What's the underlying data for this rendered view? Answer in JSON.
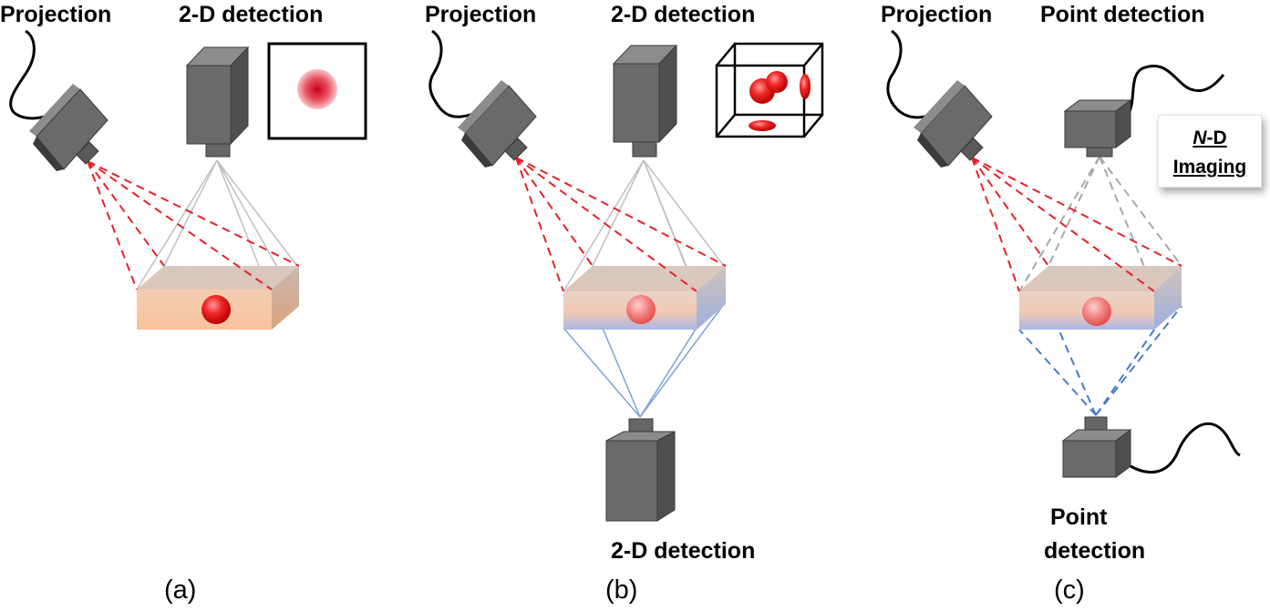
{
  "panels": [
    {
      "caption": "(a)",
      "labels": {
        "projection": "Projection",
        "top_detector": "2-D detection"
      }
    },
    {
      "caption": "(b)",
      "labels": {
        "projection": "Projection",
        "top_detector": "2-D detection",
        "bottom_detector": "2-D detection"
      }
    },
    {
      "caption": "(c)",
      "labels": {
        "projection": "Projection",
        "top_detector": "Point detection",
        "bottom_detector_line1": "Point",
        "bottom_detector_line2": "detection"
      },
      "nd_card": {
        "italic_part": "N",
        "rest_part": "-D",
        "line2": "Imaging"
      }
    }
  ],
  "colors": {
    "camera_front": "#6b6b6b",
    "camera_side": "#505050",
    "camera_top": "#8c8c8c",
    "projection_rays": "#e8202a",
    "bottom_rays": "#4a7cc7",
    "top_rays": "#b5b5b5",
    "tissue_top": "#dcc8bc",
    "tissue_orange": "#f6c8a8",
    "absorber": "#e82020"
  }
}
